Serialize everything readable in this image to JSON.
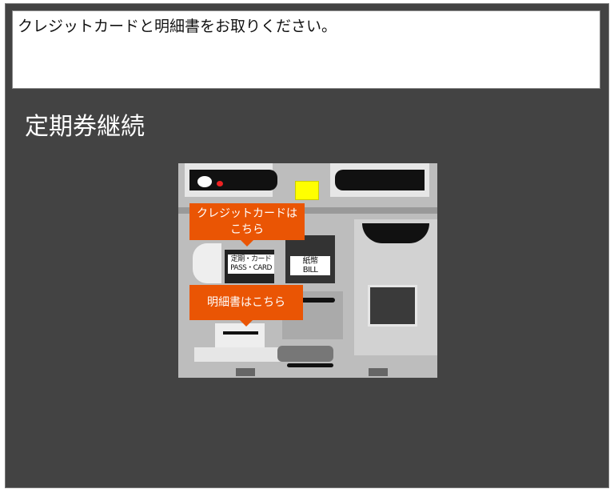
{
  "message": "クレジットカードと明細書をお取りください。",
  "title": "定期券継続",
  "machine": {
    "card_callout": "クレジットカードは\nこちら",
    "receipt_callout": "明細書はこちら",
    "card_slot_label_ja": "定期・カード",
    "card_slot_label_en": "PASS・CARD",
    "bill_slot_label_ja": "紙幣",
    "bill_slot_label_en": "BILL"
  },
  "colors": {
    "background": "#434343",
    "callout": "#ea5504"
  }
}
